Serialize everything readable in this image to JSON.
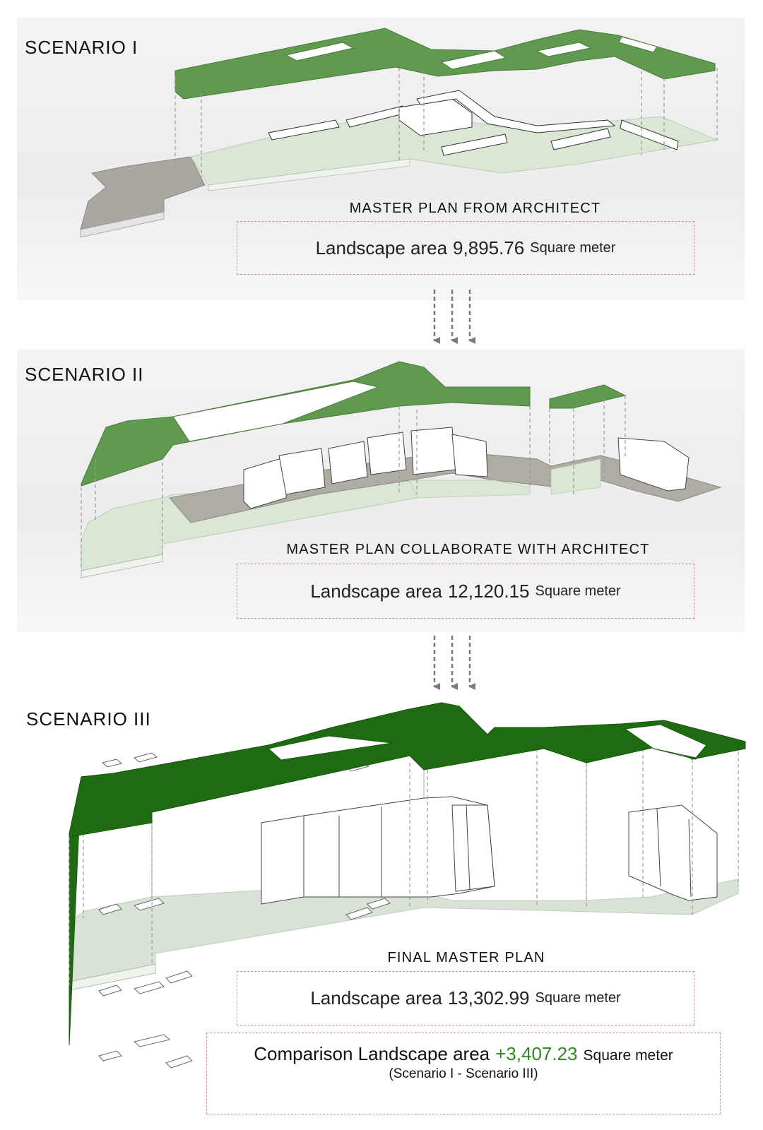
{
  "scenarios": [
    {
      "title": "SCENARIO I",
      "plan_label": "MASTER PLAN FROM ARCHITECT",
      "area_label": "Landscape area",
      "area_value": "9,895.76",
      "area_unit": "Square meter"
    },
    {
      "title": "SCENARIO II",
      "plan_label": "MASTER PLAN COLLABORATE WITH ARCHITECT",
      "area_label": "Landscape area",
      "area_value": "12,120.15",
      "area_unit": "Square meter"
    },
    {
      "title": "SCENARIO III",
      "plan_label": "FINAL MASTER PLAN",
      "area_label": "Landscape area",
      "area_value": "13,302.99",
      "area_unit": "Square meter"
    }
  ],
  "comparison": {
    "label": "Comparison Landscape area",
    "value": "+3,407.23",
    "unit": "Square meter",
    "note": "(Scenario I - Scenario III)"
  },
  "colors": {
    "roof_green_light": "#5f9a4e",
    "roof_green_dark": "#1e6b12",
    "ground_green": "#d7e6d2",
    "paved_gray": "#a7a59c",
    "dashed_box": "#d4899e",
    "plus_value": "#2f8a1f"
  },
  "icons": [
    "down-arrow-icon"
  ]
}
